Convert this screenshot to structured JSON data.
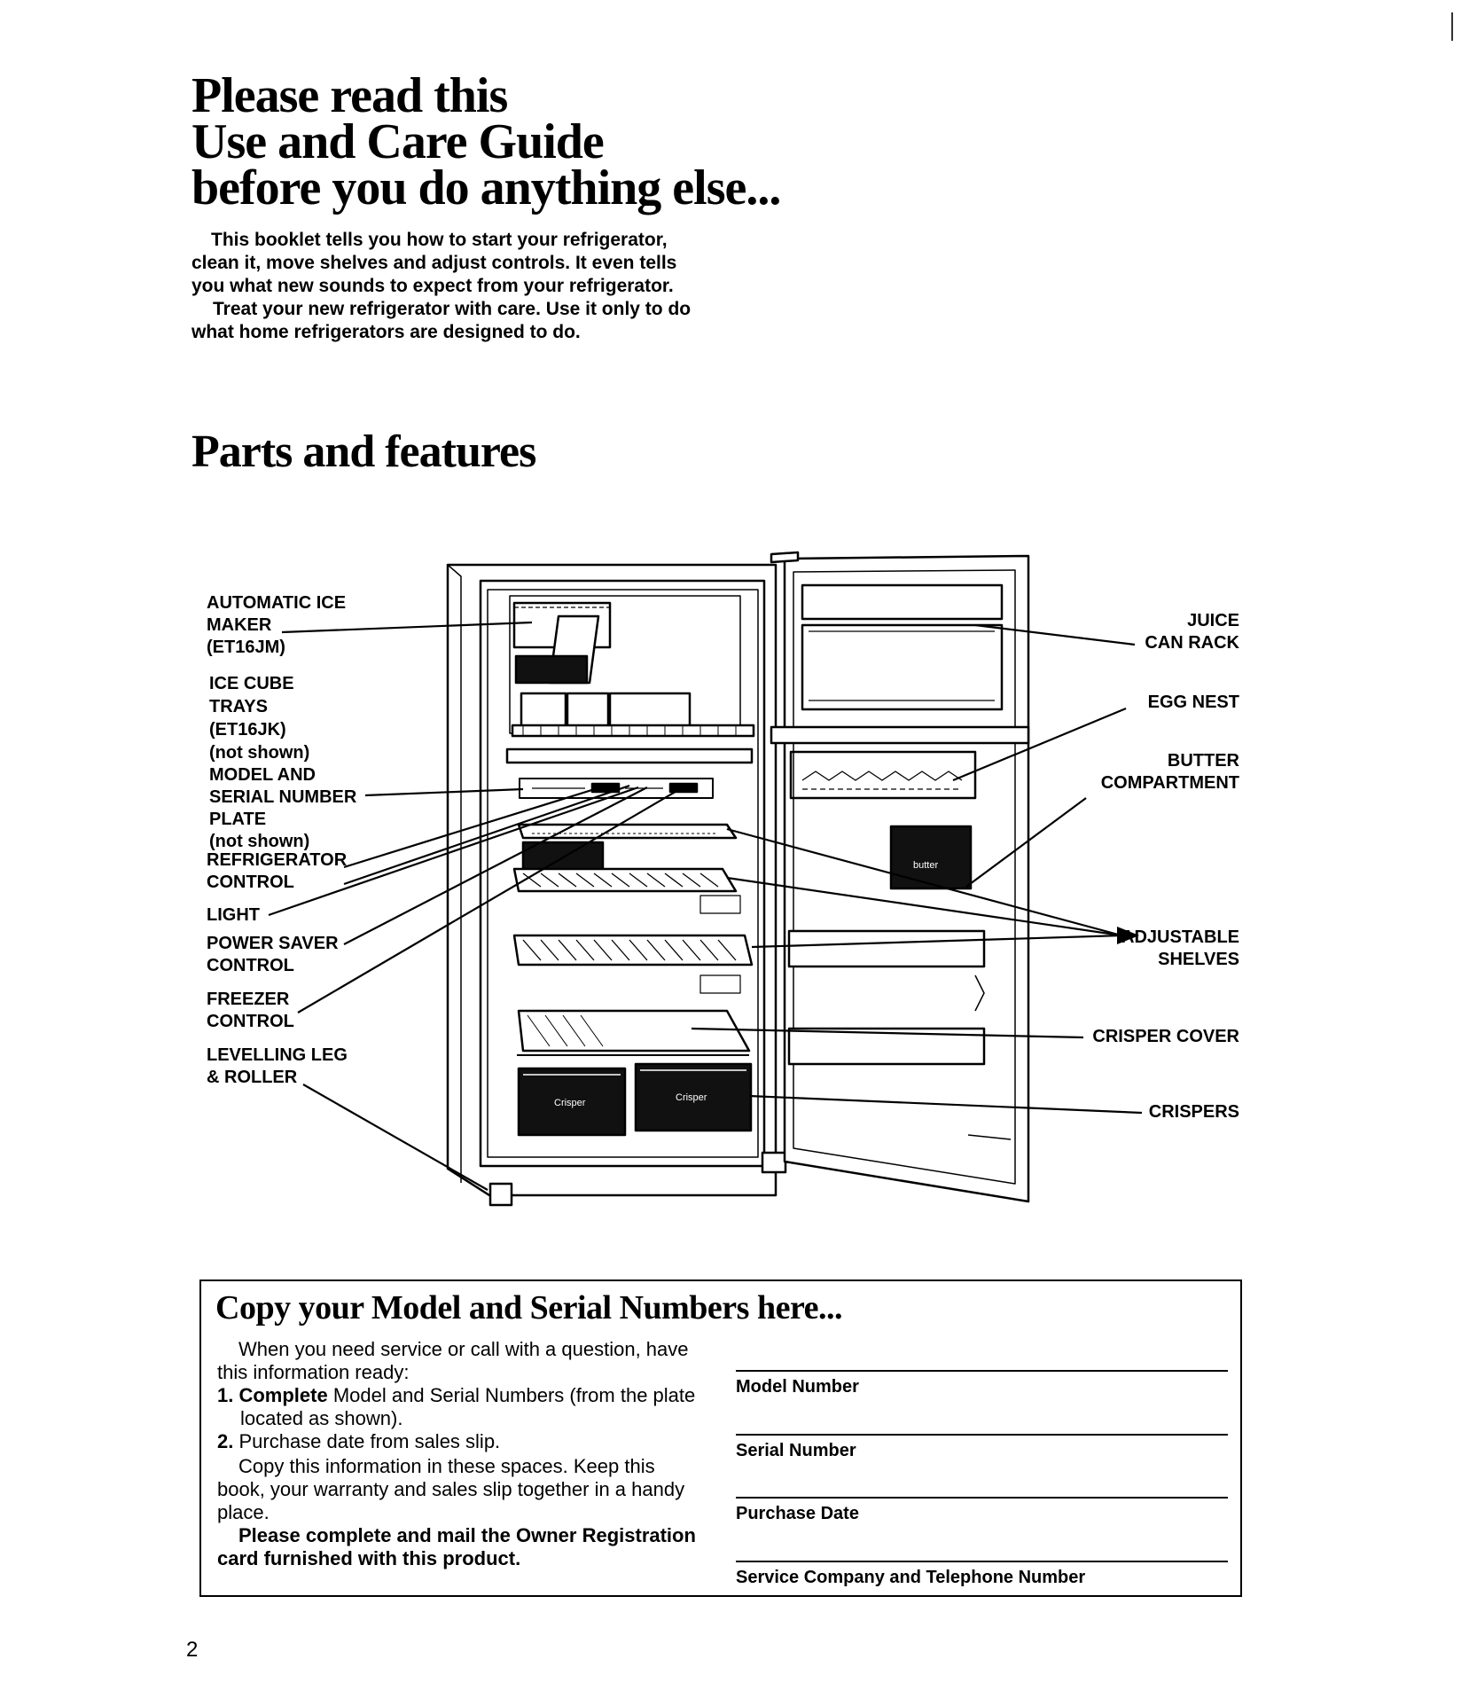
{
  "title": {
    "line1": "Please read this",
    "line2": "Use and Care Guide",
    "line3": "before you do anything else..."
  },
  "intro": {
    "paragraph1": "This booklet tells you how to start your refrigerator, clean it, move shelves and adjust controls. It even tells you what new sounds to expect from your refrigerator.",
    "paragraph2": "Treat your new refrigerator with care. Use it only to do what home refrigerators are designed to do."
  },
  "parts_heading": "Parts and features",
  "callouts_left": {
    "ice_maker": [
      "AUTOMATIC ICE",
      "MAKER",
      "(ET16JM)"
    ],
    "ice_trays": [
      "ICE CUBE",
      "TRAYS",
      "(ET16JK)",
      "(not shown)"
    ],
    "serial_plate": [
      "MODEL AND",
      "SERIAL NUMBER",
      "PLATE",
      "(not shown)"
    ],
    "refrigerator_control": [
      "REFRIGERATOR",
      "CONTROL"
    ],
    "light": [
      "LIGHT"
    ],
    "power_saver": [
      "POWER SAVER",
      "CONTROL"
    ],
    "freezer_control": [
      "FREEZER",
      "CONTROL"
    ],
    "levelling_leg": [
      "LEVELLING LEG",
      "& ROLLER"
    ]
  },
  "callouts_right": {
    "juice_rack": [
      "JUICE",
      "CAN RACK"
    ],
    "egg_nest": [
      "EGG NEST"
    ],
    "butter": [
      "BUTTER",
      "COMPARTMENT"
    ],
    "shelves": [
      "ADJUSTABLE",
      "SHELVES"
    ],
    "crisper_cover": [
      "CRISPER COVER"
    ],
    "crispers": [
      "CRISPERS"
    ]
  },
  "diagram_text": {
    "crisper_left": "Crisper",
    "crisper_right": "Crisper",
    "butter_door": "butter"
  },
  "info_box": {
    "heading": "Copy your Model and Serial Numbers here...",
    "intro": "When you need service or call with a question, have this information ready:",
    "step1_num": "1.",
    "step1_bold": "Complete",
    "step1_text": " Model and Serial Numbers (from the plate located as shown).",
    "step2_num": "2.",
    "step2_text": " Purchase date from sales slip.",
    "copy_text": "Copy this information in these spaces. Keep this book, your warranty and sales slip together in a handy place.",
    "mail_text": "Please complete and mail the Owner Registration card furnished with this product.",
    "fields": {
      "model": "Model Number",
      "serial": "Serial Number",
      "purchase": "Purchase Date",
      "service": "Service Company and Telephone Number"
    }
  },
  "page_number": "2"
}
